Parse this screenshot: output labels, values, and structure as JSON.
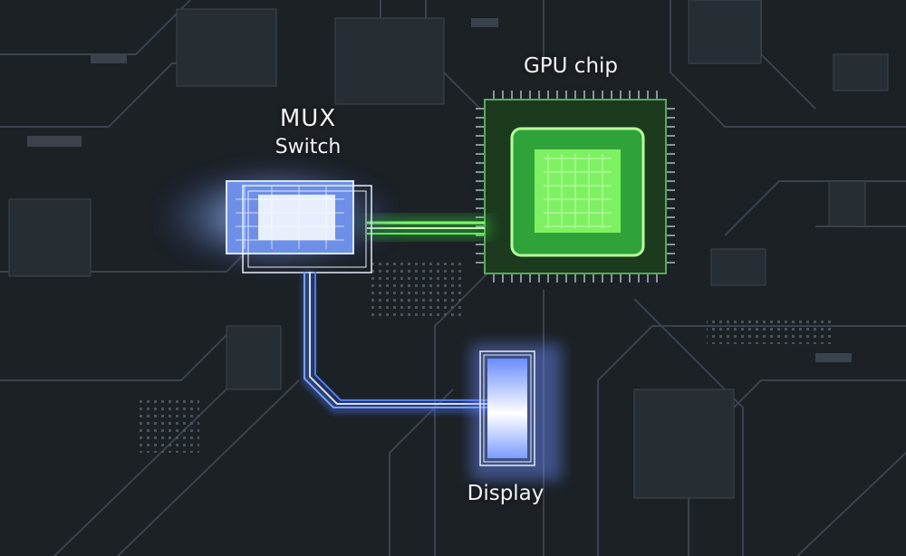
{
  "labels": {
    "gpu": "GPU chip",
    "mux_line1": "MUX",
    "mux_line2": "Switch",
    "display": "Display"
  },
  "colors": {
    "background": "#1c2126",
    "gpu_glow": "#3cff4a",
    "mux_glow": "#7aa8ff",
    "display_glow": "#cfe0ff",
    "trace": "#3a434c"
  },
  "icons": [
    "gpu-chip-icon",
    "mux-switch-icon",
    "display-icon"
  ]
}
